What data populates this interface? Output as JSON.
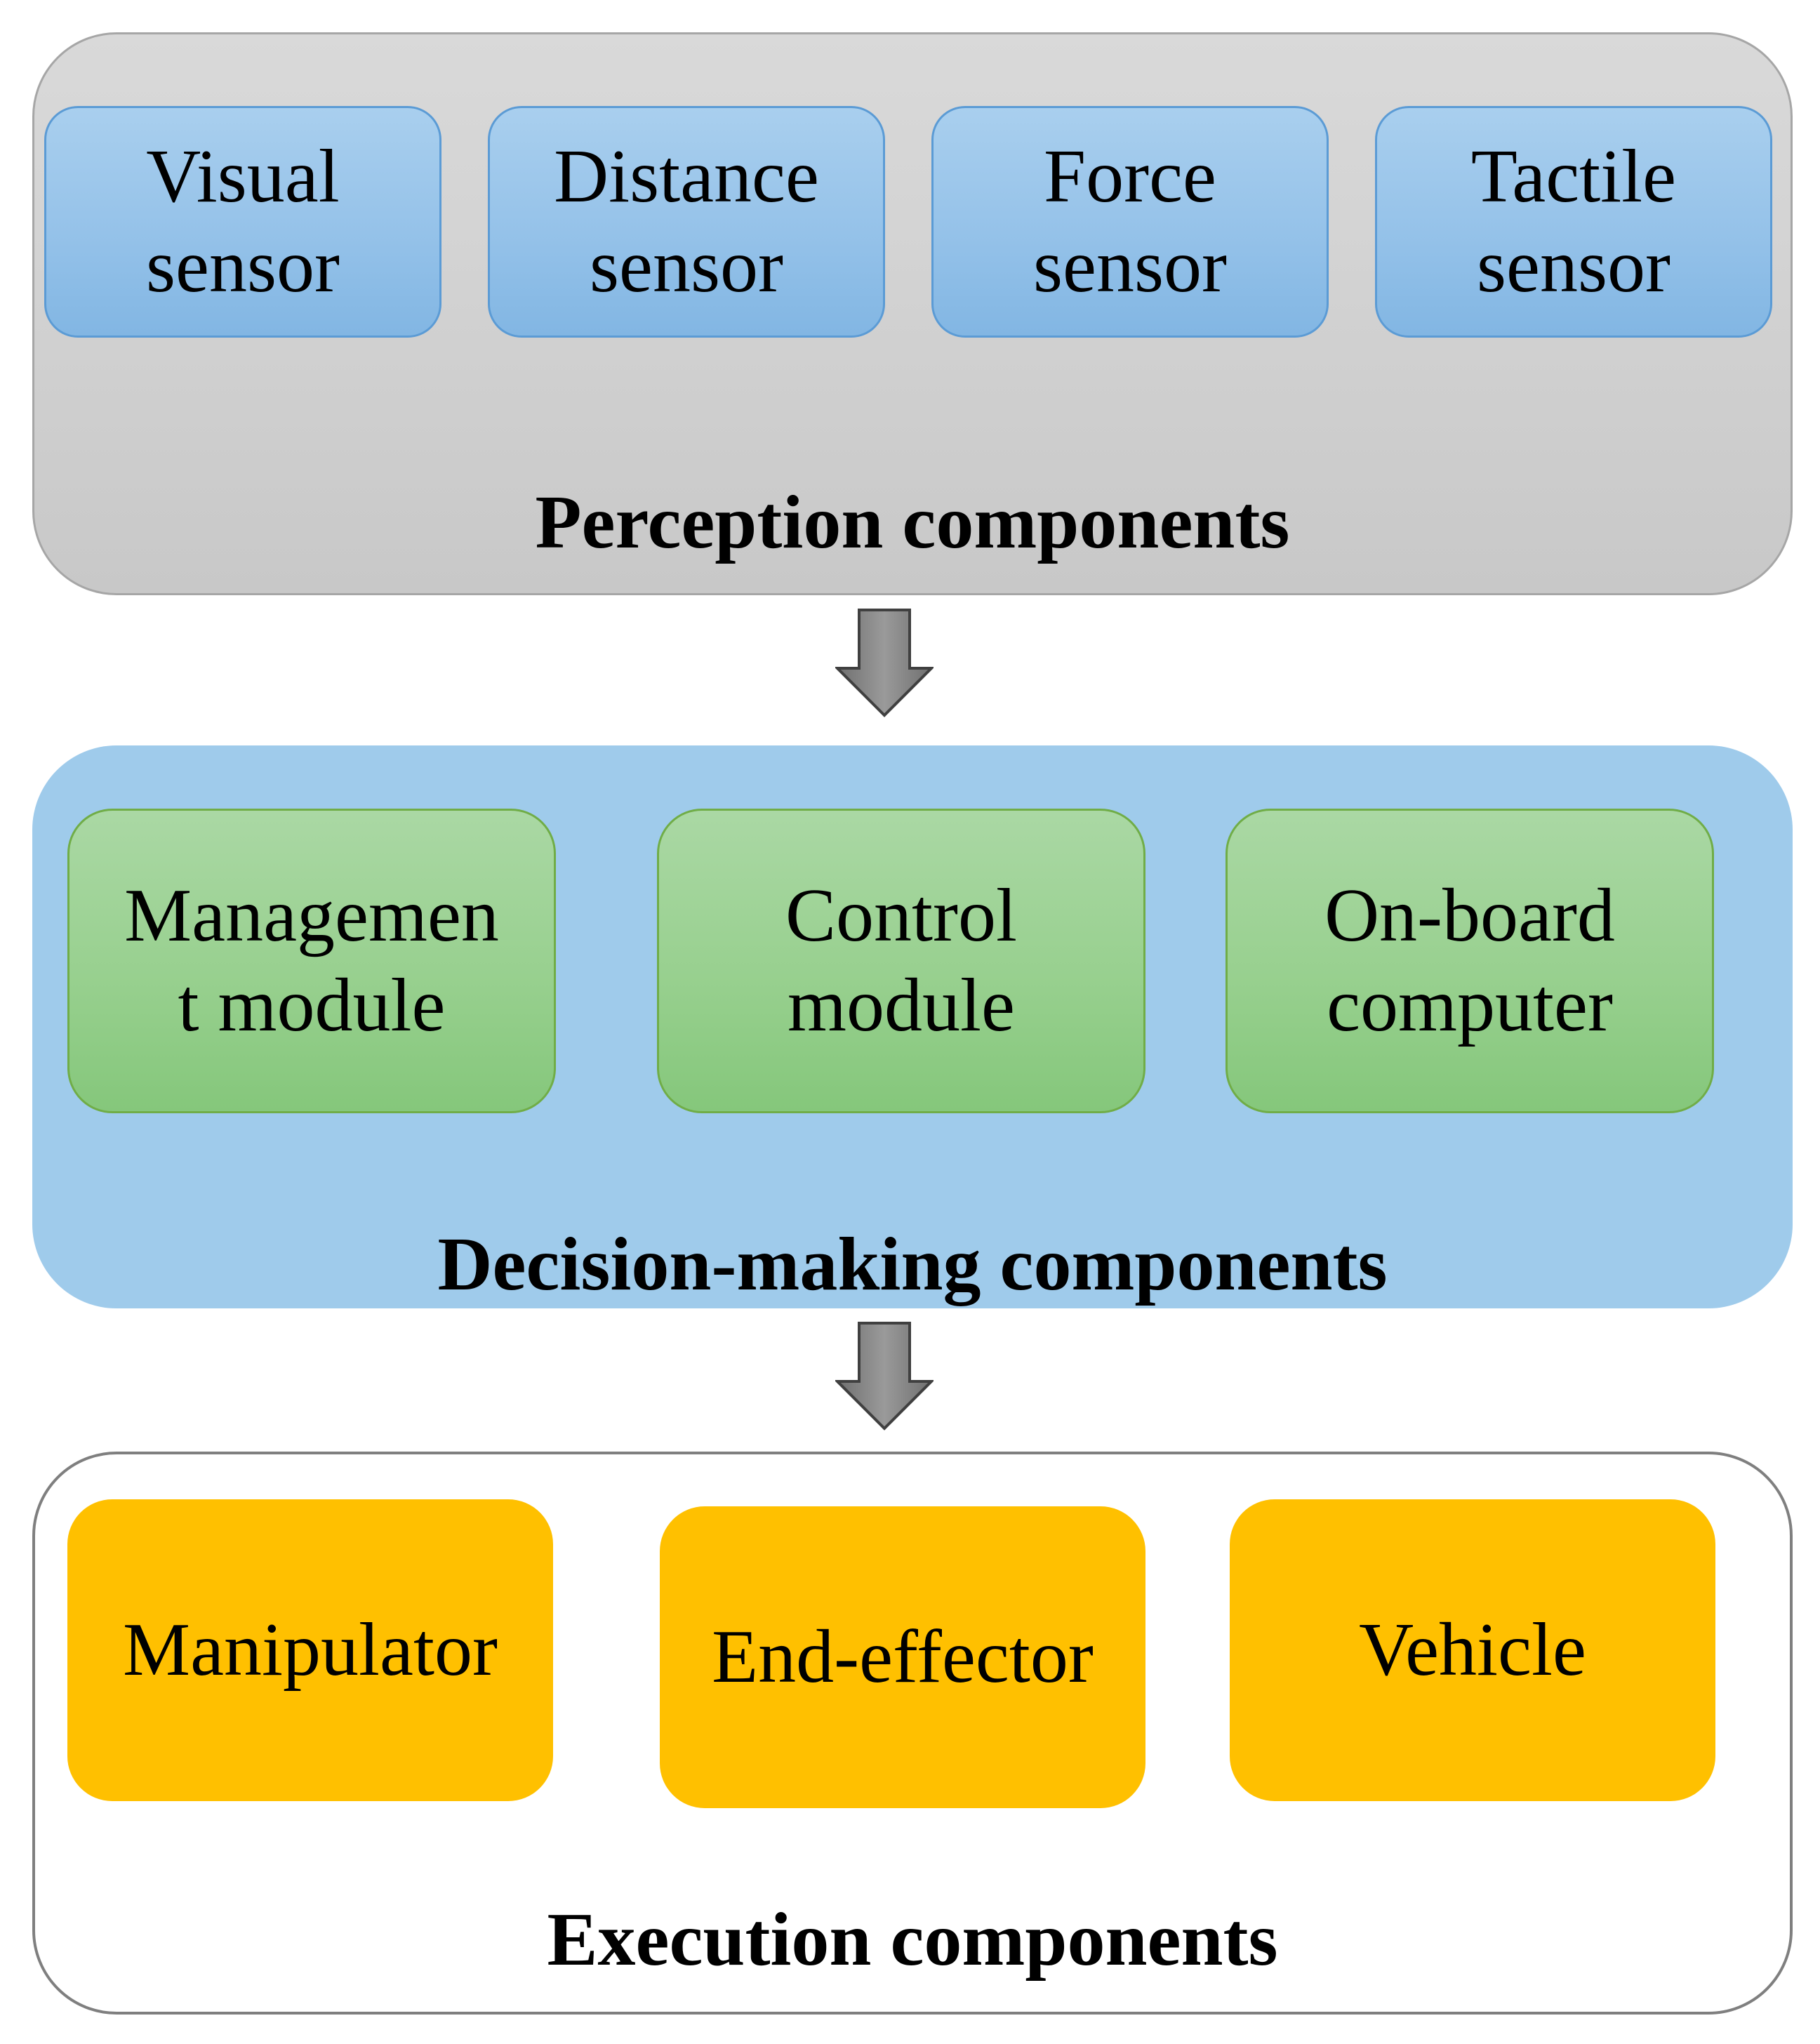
{
  "perception": {
    "title": "Perception components",
    "items": [
      {
        "line1": "Visual",
        "line2": "sensor"
      },
      {
        "line1": "Distance",
        "line2": "sensor"
      },
      {
        "line1": "Force",
        "line2": "sensor"
      },
      {
        "line1": "Tactile",
        "line2": "sensor"
      }
    ]
  },
  "decision": {
    "title": "Decision-making components",
    "items": [
      {
        "line1": "Managemen",
        "line2": "t module"
      },
      {
        "line1": "Control",
        "line2": "module"
      },
      {
        "line1": "On-board",
        "line2": "computer"
      }
    ]
  },
  "execution": {
    "title": "Execution components",
    "items": [
      "Manipulator",
      "End-effector",
      "Vehicle"
    ]
  },
  "colors": {
    "perception_layer": "#d3d3d3",
    "sensor_box": "#95c2e9",
    "decision_layer": "#9fcbeb",
    "module_box": "#98d08f",
    "executor_box": "#ffc000",
    "arrow": "#7f7f7f"
  },
  "icons": [
    "down-arrow-icon",
    "down-arrow-icon"
  ]
}
